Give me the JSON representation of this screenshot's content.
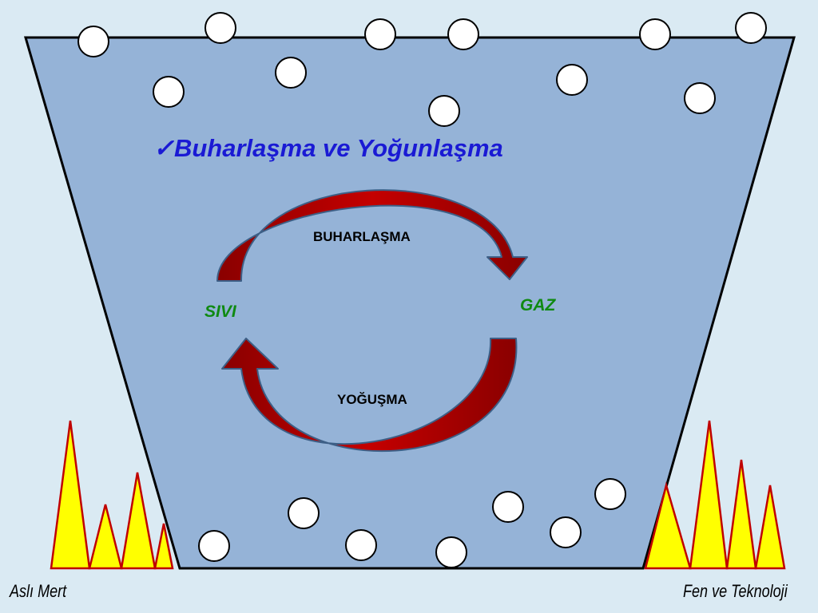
{
  "slide": {
    "check_mark": "✓",
    "title": "Buharlaşma ve Yoğunlaşma"
  },
  "diagram": {
    "top_process": "BUHARLAŞMA",
    "bottom_process": "YOĞUŞMA",
    "left_state": "SIVI",
    "right_state": "GAZ"
  },
  "footer": {
    "author": "Aslı Mert",
    "subject": "Fen ve Teknoloji"
  },
  "colors": {
    "background": "#daeaf3",
    "container_fill": "#95b3d7",
    "arrow_fill": "#c00000",
    "title": "#1a1ad4",
    "state_label": "#0f8a12",
    "flame_fill": "#ffff00",
    "flame_stroke": "#c00000"
  },
  "icons": [
    "check-icon",
    "flame-icon",
    "particle-circle"
  ]
}
